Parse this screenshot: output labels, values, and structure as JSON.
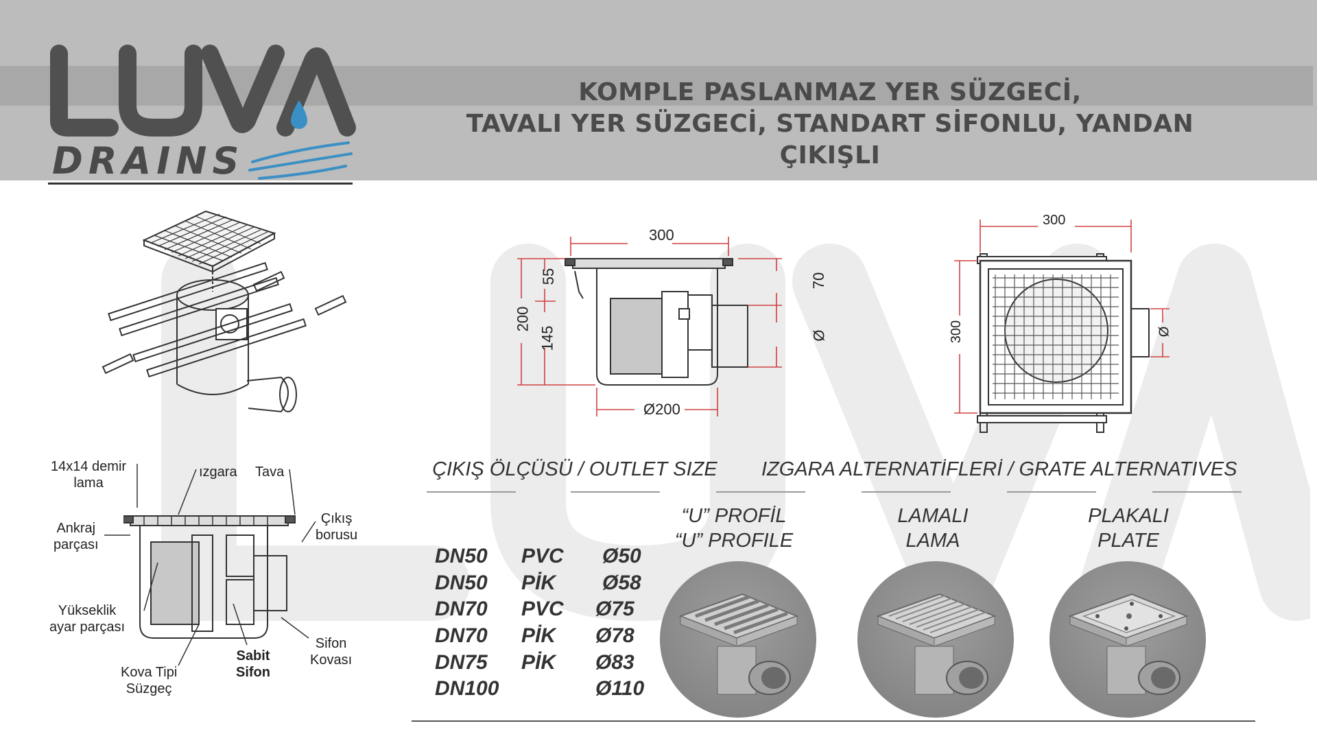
{
  "logo": {
    "wordmark": "LUVA",
    "sub": "DRAINS"
  },
  "title": {
    "line1": "KOMPLE PASLANMAZ YER SÜZGECİ,",
    "line2": "TAVALI YER SÜZGECİ, STANDART SİFONLU, YANDAN",
    "line3": "ÇIKIŞLI"
  },
  "parts_labels": {
    "demir_lama": [
      "14x14 demir",
      "lama"
    ],
    "izgara": "ızgara",
    "tava": "Tava",
    "cikis_borusu": [
      "Çıkış",
      "borusu"
    ],
    "ankraj": [
      "Ankraj",
      "parçası"
    ],
    "yukseklik": [
      "Yükseklik",
      "ayar parçası"
    ],
    "sifon_kovasi": [
      "Sifon",
      "Kovası"
    ],
    "sabit_sifon": [
      "Sabit",
      "Sifon"
    ],
    "kova_tipi": [
      "Kova Tipi",
      "Süzgeç"
    ]
  },
  "side_view_dims": {
    "top": "300",
    "left_total": "200",
    "upper": "55",
    "lower": "145",
    "right_upper": "70",
    "outlet": "Ø",
    "bottom": "Ø200"
  },
  "top_view_dims": {
    "top": "300",
    "left": "300",
    "outlet": "Ø"
  },
  "outlet_heading": "ÇIKIŞ ÖLÇÜSÜ / OUTLET SIZE",
  "grate_heading": "IZGARA ALTERNATİFLERİ / GRATE ALTERNATIVES",
  "outlet_sizes": [
    {
      "dn": "DN50",
      "material": "PVC",
      "diameter": "Ø50"
    },
    {
      "dn": "DN50",
      "material": "PİK",
      "diameter": "Ø58"
    },
    {
      "dn": "DN70",
      "material": "PVC",
      "diameter": "Ø75"
    },
    {
      "dn": "DN70",
      "material": "PİK",
      "diameter": "Ø78"
    },
    {
      "dn": "DN75",
      "material": "PİK",
      "diameter": "Ø83"
    },
    {
      "dn": "DN100",
      "material": "",
      "diameter": "Ø110"
    }
  ],
  "grates": [
    {
      "tr": "“U” PROFİL",
      "en": "“U” PROFILE",
      "icon": "u-profile-grate-photo"
    },
    {
      "tr": "LAMALI",
      "en": "LAMA",
      "icon": "lamali-grate-photo"
    },
    {
      "tr": "PLAKALI",
      "en": "PLATE",
      "icon": "plate-grate-photo"
    }
  ],
  "colors": {
    "header": "#bcbcbc",
    "stripe": "#a8a8a8",
    "dimension_red": "#d04040",
    "logo_blue": "#3a8fc4",
    "text": "#333333"
  }
}
